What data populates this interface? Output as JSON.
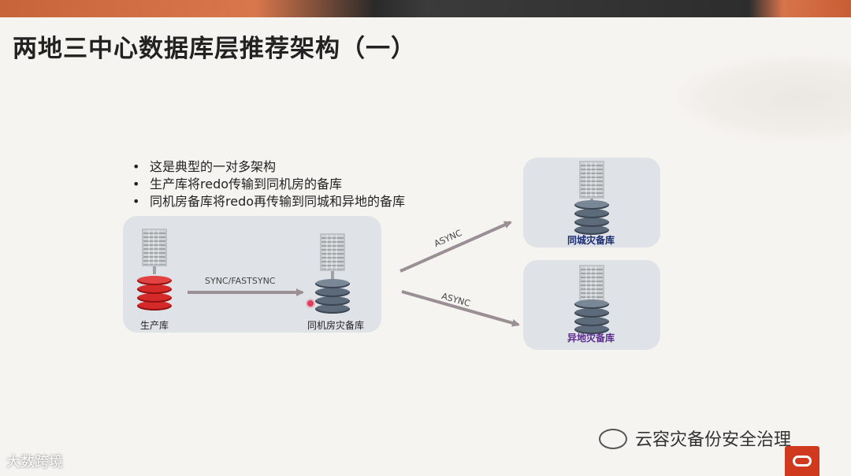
{
  "slide": {
    "title": "两地三中心数据库层推荐架构（一）",
    "bullets": [
      "这是典型的一对多架构",
      "生产库将redo传输到同机房的备库",
      "同机房备库将redo再传输到同城和异地的备库"
    ]
  },
  "diagram": {
    "nodes": {
      "primary": {
        "label": "生产库",
        "color": "#d42a2a"
      },
      "local_standby": {
        "label": "同机房灾备库",
        "color": "#5c6a7a"
      },
      "same_city_standby": {
        "label": "同城灾备库",
        "color": "#1a2a6e"
      },
      "remote_standby": {
        "label": "异地灾备库",
        "color": "#5a2a8e"
      }
    },
    "edges": {
      "sync_label": "SYNC/FASTSYNC",
      "async_label_1": "ASYNC",
      "async_label_2": "ASYNC"
    }
  },
  "watermarks": {
    "bottom_right": "云容灾备份安全治理",
    "bottom_left": "大数跨境"
  }
}
